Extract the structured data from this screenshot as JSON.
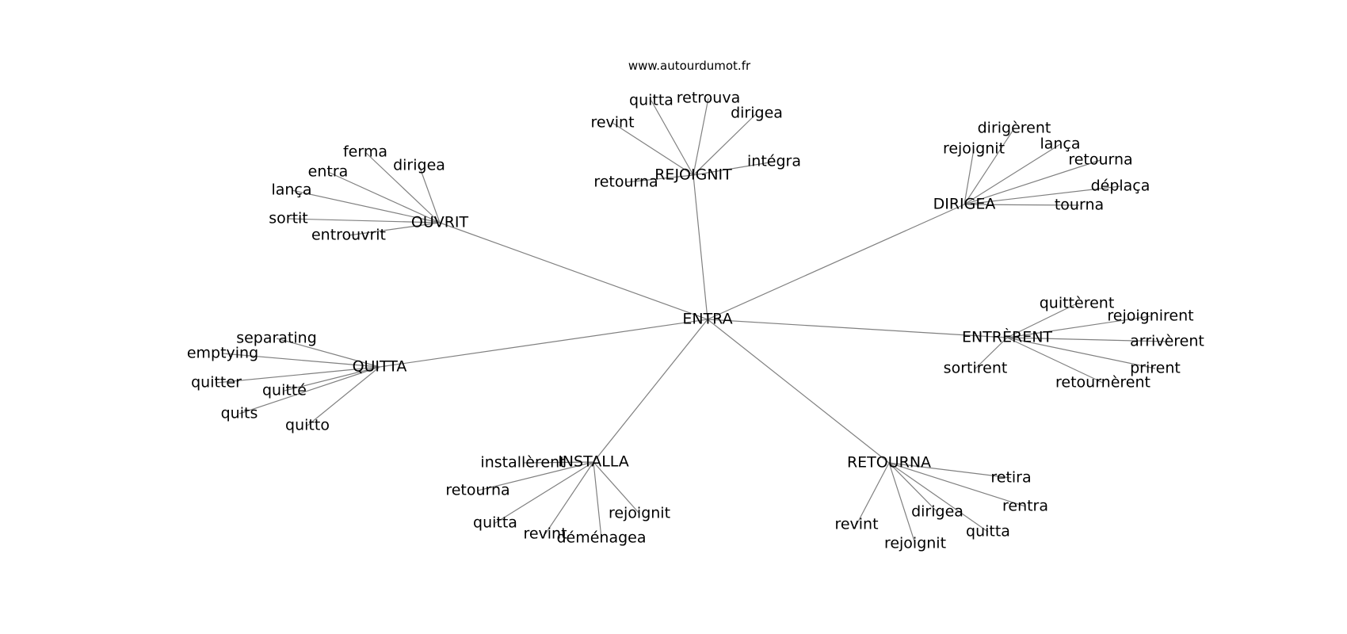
{
  "site": "www.autourdumot.fr",
  "graph": {
    "center": "ENTRA",
    "groups": [
      {
        "hub": "REJOIGNIT",
        "leaves": [
          "quitta",
          "retrouva",
          "revint",
          "dirigea",
          "intégra",
          "retourna"
        ]
      },
      {
        "hub": "OUVRIT",
        "leaves": [
          "ferma",
          "dirigea",
          "entra",
          "lança",
          "sortit",
          "entrouvrit"
        ]
      },
      {
        "hub": "DIRIGEA",
        "leaves": [
          "dirigèrent",
          "rejoignit",
          "lança",
          "retourna",
          "déplaça",
          "tourna"
        ]
      },
      {
        "hub": "ENTRÈRENT",
        "leaves": [
          "quittèrent",
          "rejoignirent",
          "arrivèrent",
          "sortirent",
          "prirent",
          "retournèrent"
        ]
      },
      {
        "hub": "QUITTA",
        "leaves": [
          "separating",
          "emptying",
          "quitter",
          "quitté",
          "quits",
          "quitto"
        ]
      },
      {
        "hub": "INSTALLA",
        "leaves": [
          "installèrent",
          "retourna",
          "quitta",
          "revint",
          "déménagea",
          "rejoignit"
        ]
      },
      {
        "hub": "RETOURNA",
        "leaves": [
          "retira",
          "rentra",
          "dirigea",
          "quitta",
          "revint",
          "rejoignit"
        ]
      }
    ]
  }
}
